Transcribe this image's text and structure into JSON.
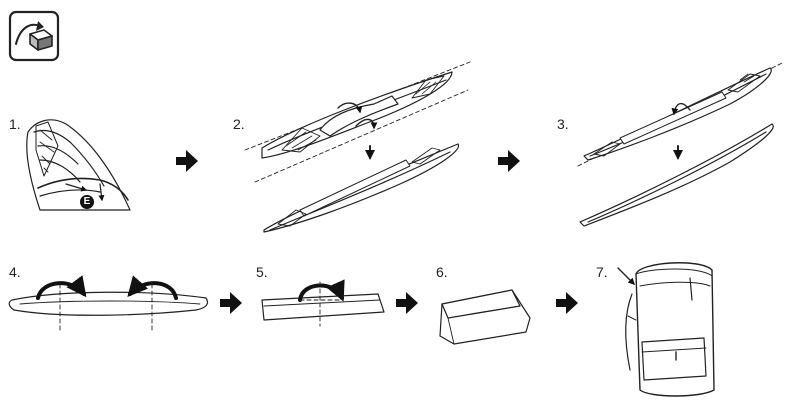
{
  "steps": [
    {
      "number": "1."
    },
    {
      "number": "2."
    },
    {
      "number": "3."
    },
    {
      "number": "4."
    },
    {
      "number": "5."
    },
    {
      "number": "6."
    },
    {
      "number": "7."
    }
  ],
  "callout": {
    "label": "E"
  },
  "icons": {
    "header": "pack-up-kayak-icon",
    "flow_arrow": "right-arrow-icon",
    "down_arrow": "down-arrow-icon",
    "fold_arrow": "curved-fold-arrow-icon",
    "backpack": "backpack-bag-icon"
  },
  "colors": {
    "line": "#222222",
    "fill": "#ffffff",
    "arrow": "#111111",
    "shade": "#d9d9d9"
  }
}
